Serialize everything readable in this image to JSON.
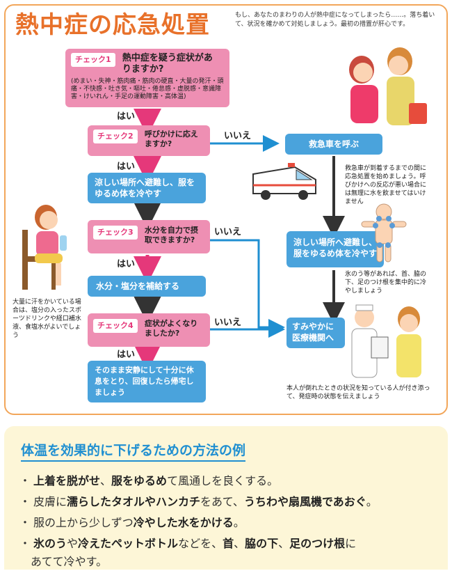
{
  "title": "熱中症の応急処置",
  "intro": "もし、あなたのまわりの人が熱中症になってしまったら……。落ち着いて、状況を確かめて対処しましょう。最初の措置が肝心です。",
  "flow": {
    "check1": {
      "tag": "チェック1",
      "question": "熱中症を疑う症状がありますか?",
      "symptoms": "(めまい・失神・筋肉痛・筋肉の硬直・大量の発汗・頭痛・不快感・吐き気・嘔吐・倦怠感・虚脱感・意識障害・けいれん・手足の運動障害・高体温)"
    },
    "check2": {
      "tag": "チェック2",
      "question": "呼びかけに応えますか?"
    },
    "check3": {
      "tag": "チェック3",
      "question": "水分を自力で摂取できますか?"
    },
    "check4": {
      "tag": "チェック4",
      "question": "症状がよくなりましたか?"
    },
    "cool_left": "涼しい場所へ避難し、服をゆるめ体を冷やす",
    "hydrate": "水分・塩分を補給する",
    "rest": "そのまま安静にして十分に休息をとり、回復したら帰宅しましょう",
    "call_ambulance": "救急車を呼ぶ",
    "cool_right": "涼しい場所へ避難し、服をゆるめ体を冷やす",
    "hospital": "すみやかに医療機関へ",
    "yes": "はい",
    "no": "いいえ"
  },
  "notes": {
    "ambulance": "救急車が到着するまでの間に応急処置を始めましょう。呼びかけへの反応が悪い場合には無理に水を飲ませてはいけません",
    "ice": "氷のう等があれば、首、脇の下、足のつけ根を集中的に冷やしましょう",
    "sweat": "大量に汗をかいている場合は、塩分の入ったスポーツドリンクや経口補水液、食塩水がよいでしょう",
    "hospital": "本人が倒れたときの状況を知っている人が付き添って、発症時の状態を伝えましょう"
  },
  "tips": {
    "title": "体温を効果的に下げるための方法の例",
    "items": [
      {
        "parts": [
          "上着を脱がせ",
          "、",
          "服をゆるめ",
          "て風通しを良くする。"
        ]
      },
      {
        "parts": [
          "皮膚に",
          "濡らしたタオルやハンカチ",
          "をあて、",
          "うちわや扇風機であおぐ",
          "。"
        ]
      },
      {
        "parts": [
          "服の上から少しずつ",
          "冷やした水をかける",
          "。"
        ]
      },
      {
        "parts": [
          "氷のう",
          "や",
          "冷えたペットボトル",
          "などを、",
          "首",
          "、",
          "脇の下",
          "、",
          "足のつけ根",
          "に"
        ],
        "cont": "あてて冷やす。"
      }
    ]
  },
  "colors": {
    "accent": "#e8712a",
    "pink": "#ee8fb3",
    "blue": "#4aa3dc",
    "tip_title": "#1f8fd1"
  }
}
